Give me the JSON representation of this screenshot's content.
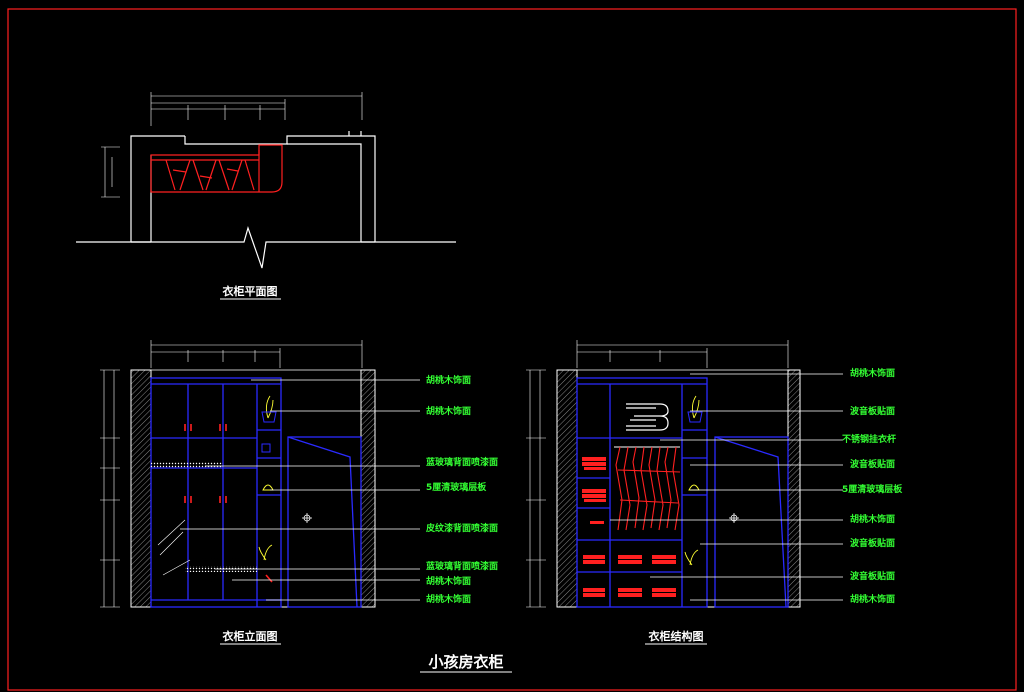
{
  "drawing": {
    "main_title": "小孩房衣柜",
    "plan_view_title": "衣柜平面图",
    "elevation_view_title": "衣柜立面图",
    "structure_view_title": "衣柜结构图"
  },
  "elevation_callouts": [
    "胡桃木饰面",
    "胡桃木饰面",
    "蓝玻璃背面喷漆面",
    "5厘清玻璃层板",
    "皮纹漆背面喷漆面",
    "蓝玻璃背面喷漆面",
    "胡桃木饰面",
    "胡桃木饰面"
  ],
  "structure_callouts": [
    "胡桃木饰面",
    "波音板贴面",
    "不锈钢挂衣杆",
    "波音板贴面",
    "5厘清玻璃层板",
    "胡桃木饰面",
    "波音板贴面",
    "波音板贴面",
    "胡桃木饰面"
  ],
  "colors": {
    "frame": "#ff2020",
    "wall": "#ffffff",
    "cabinet": "#2a2aff",
    "callout_text": "#33ff33",
    "hanger": "#ff2020",
    "background": "#000000"
  }
}
